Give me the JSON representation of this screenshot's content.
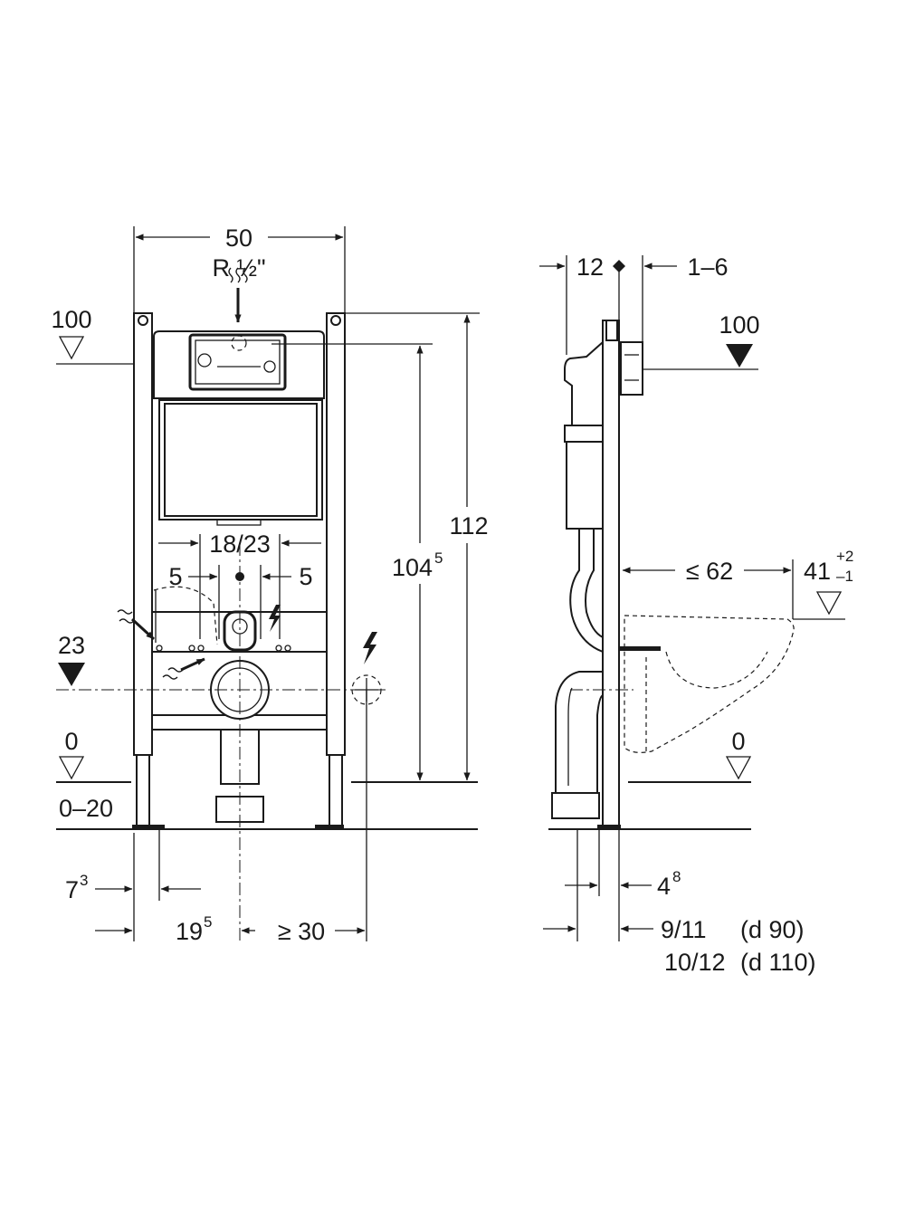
{
  "front_view": {
    "width": "50",
    "supply": "R ½\"",
    "level_100": "100",
    "level_23": "23",
    "level_0": "0",
    "floor_range": "0–20",
    "height_112": "112",
    "height_104_base": "104",
    "height_104_sup": "5",
    "spacing_18_23": "18/23",
    "offset_left": "5",
    "offset_right": "5",
    "dim_7_base": "7",
    "dim_7_sup": "3",
    "dim_19_base": "19",
    "dim_19_sup": "5",
    "dim_30": "≥ 30"
  },
  "side_view": {
    "dim_12": "12",
    "dim_1_6": "1–6",
    "level_100": "100",
    "dim_62": "≤ 62",
    "dim_41_base": "41",
    "dim_41_sup_plus": "+2",
    "dim_41_sup_minus": "–1",
    "level_0": "0",
    "dim_4_base": "4",
    "dim_4_sup": "8",
    "dim_9_11": "9/11",
    "note_d90": "(d 90)",
    "dim_10_12": "10/12",
    "note_d110": "(d 110)"
  }
}
